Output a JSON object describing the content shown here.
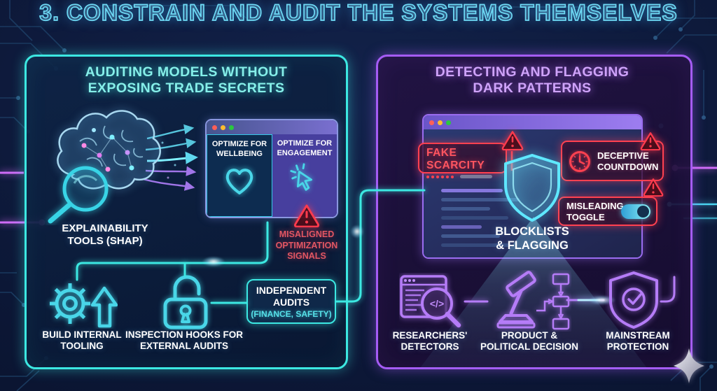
{
  "title": "3. CONSTRAIN AND AUDIT THE SYSTEMS THEMSELVES",
  "colors": {
    "cyan": "#3ce8e2",
    "purple": "#a55cf5",
    "red": "#ff4150",
    "white": "#ffffff"
  },
  "left_panel": {
    "title_lines": [
      "AUDITING MODELS WITHOUT",
      "EXPOSING TRADE SECRETS"
    ],
    "brain_label_lines": [
      "EXPLAINABILITY",
      "TOOLS (SHAP)"
    ],
    "compare_window": {
      "wellbeing_lines": [
        "OPTIMIZE FOR",
        "WELLBEING"
      ],
      "engagement_lines": [
        "OPTIMIZE FOR",
        "ENGAGEMENT"
      ]
    },
    "warning_lines": [
      "MISALIGNED",
      "OPTIMIZATION",
      "SIGNALS"
    ],
    "tooling_label_lines": [
      "BUILD INTERNAL",
      "TOOLING"
    ],
    "hooks_label_lines": [
      "INSPECTION HOOKS FOR",
      "EXTERNAL AUDITS"
    ],
    "audits_box": {
      "title_lines": [
        "INDEPENDENT",
        "AUDITS"
      ],
      "subtitle": "(FINANCE, SAFETY)"
    }
  },
  "right_panel": {
    "title_lines": [
      "DETECTING AND FLAGGING",
      "DARK PATTERNS"
    ],
    "fake_scarcity_label": "FAKE SCARCITY",
    "deceptive_lines": [
      "DECEPTIVE",
      "COUNTDOWN"
    ],
    "misleading_lines": [
      "MISLEADING",
      "TOGGLE"
    ],
    "shield_label_lines": [
      "BLOCKLISTS",
      "& FLAGGING"
    ],
    "detectors_label_lines": [
      "RESEARCHERS'",
      "DETECTORS"
    ],
    "decision_label_lines": [
      "PRODUCT &",
      "POLITICAL DECISION"
    ],
    "protection_label_lines": [
      "MAINSTREAM",
      "PROTECTION"
    ],
    "magnifier_code_glyph": "</>"
  },
  "icons": [
    "brain-graphic",
    "magnifier-icon",
    "flow-arrows-icon",
    "heart-icon",
    "cursor-click-icon",
    "warning-triangle-icon",
    "gear-arrow-icon",
    "open-padlock-icon",
    "shield-icon",
    "clock-icon",
    "toggle-switch-icon",
    "code-magnifier-icon",
    "gavel-flowchart-icon",
    "shield-check-icon",
    "sparkle-logo",
    "traffic-lights-icon"
  ]
}
